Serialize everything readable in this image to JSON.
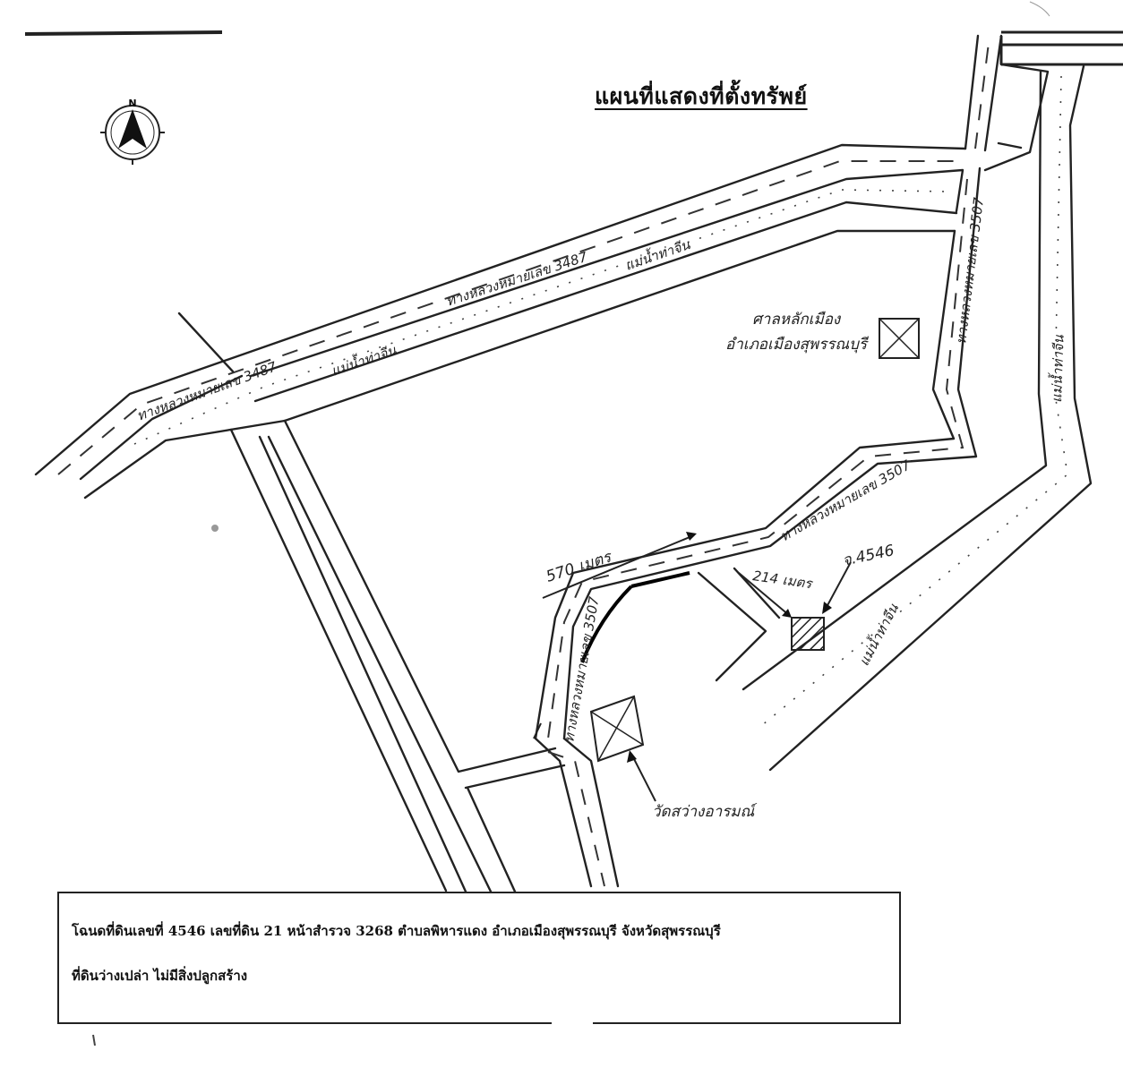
{
  "title": "แผนที่แสดงที่ตั้งทรัพย์",
  "compass": {
    "north_label": "N",
    "icon": "north-arrow"
  },
  "roads": {
    "hw3487_a": "ทางหลวงหมายเลข 3487",
    "hw3487_b": "ทางหลวงหมายเลข 3487",
    "hw3507_north": "ทางหลวงหมายเลข 3507",
    "hw3507_mid": "ทางหลวงหมายเลข 3507",
    "hw3507_south": "ทางหลวงหมายเลข 3507"
  },
  "rivers": {
    "tha_chin_a": "แม่น้ำท่าจีน",
    "tha_chin_b": "แม่น้ำท่าจีน",
    "tha_chin_c": "แม่น้ำท่าจีน",
    "tha_chin_d": "แม่น้ำท่าจีน"
  },
  "landmarks": {
    "office_line1": "ศาลหลักเมือง",
    "office_line2": "อำเภอเมืองสุพรรณบุรี",
    "temple": "วัดสว่างอารมณ์",
    "parcel": "จ.4546"
  },
  "distances": {
    "d570": "570 เมตร",
    "d214": "214 เมตร"
  },
  "info": {
    "line1": "โฉนดที่ดินเลขที่ 4546 เลขที่ดิน 21 หน้าสำรวจ 3268 ตำบลพิหารแดง อำเภอเมืองสุพรรณบุรี จังหวัดสุพรรณบุรี",
    "line2": "ที่ดินว่างเปล่า ไม่มีสิ่งปลูกสร้าง"
  }
}
